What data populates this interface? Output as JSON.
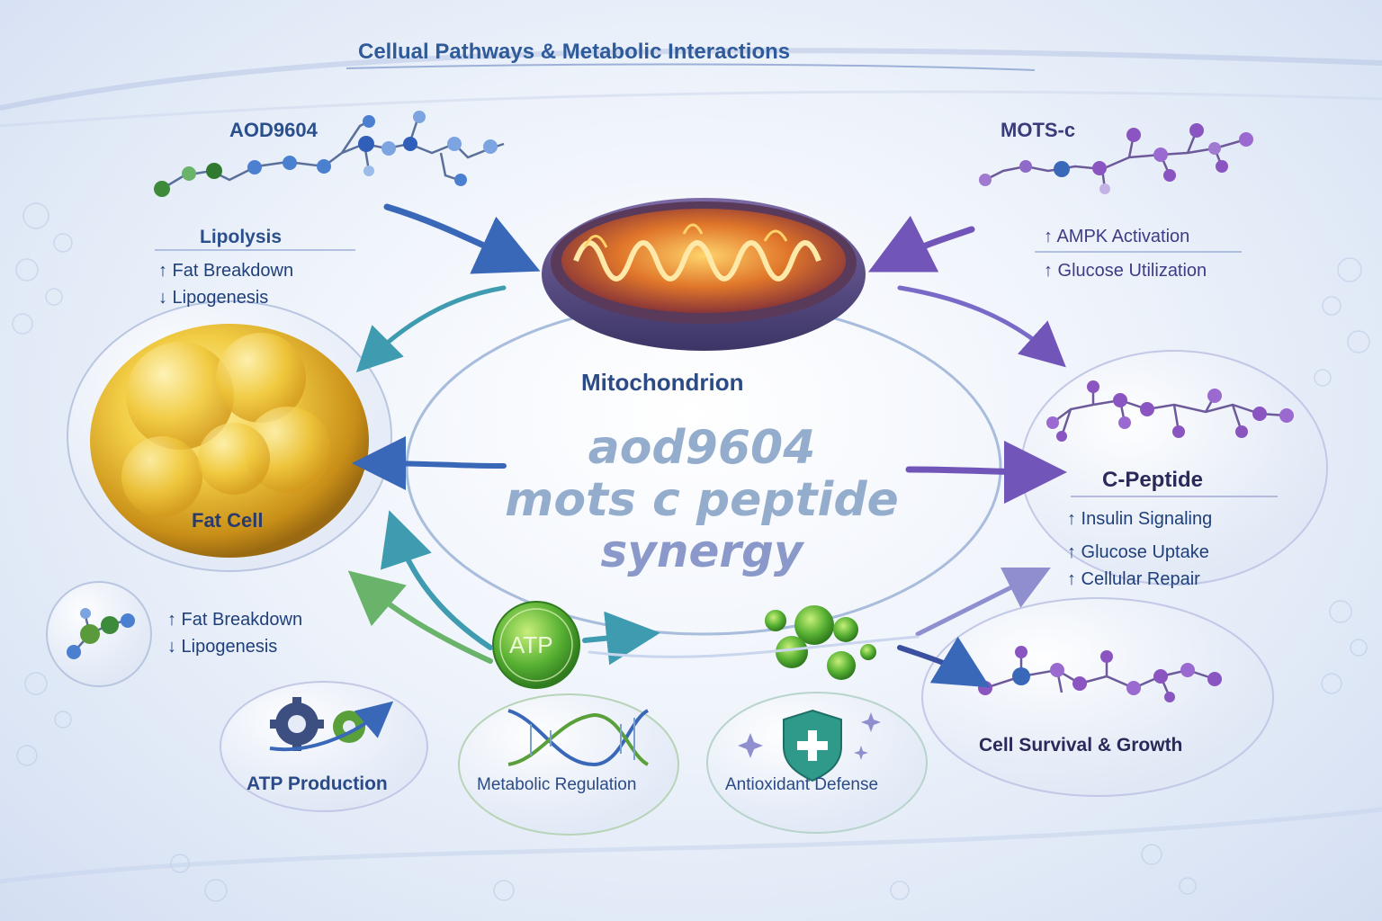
{
  "header": {
    "title": "Cellual Pathways & Metabolic Interactions"
  },
  "aod9604": {
    "label": "AOD9604",
    "pathway_title": "Lipolysis",
    "effects": [
      "↑ Fat Breakdown",
      "↓ Lipogenesis"
    ]
  },
  "mots_c": {
    "label": "MOTS-c",
    "effects": [
      "↑ AMPK Activation",
      "↑ Glucose Utilization"
    ]
  },
  "center": {
    "organelle_label": "Mitochondrion",
    "headline": [
      "aod9604",
      "mots c peptide",
      "synergy"
    ]
  },
  "fat_cell": {
    "label": "Fat Cell",
    "effects": [
      "↑ Fat Breakdown",
      "↓ Lipogenesis"
    ]
  },
  "c_peptide": {
    "label": "C-Peptide",
    "effects": [
      "↑ Insulin Signaling",
      "↑ Glucose Uptake",
      "↑ Cellular Repair"
    ]
  },
  "atp": {
    "badge": "ATP",
    "production_label": "ATP Production"
  },
  "bottom": {
    "metabolic_regulation": "Metabolic Regulation",
    "antioxidant_defense": "Antioxidant Defense",
    "cell_survival": "Cell Survival & Growth"
  },
  "colors": {
    "title": "#2f5b9a",
    "blue_arrow": "#3a68b8",
    "teal_arrow": "#3f9bb0",
    "purple_arrow": "#7255b8",
    "green_arrow": "#6ab36a",
    "fat_cell": "#e8b92a",
    "atp_green": "#4aa236"
  }
}
